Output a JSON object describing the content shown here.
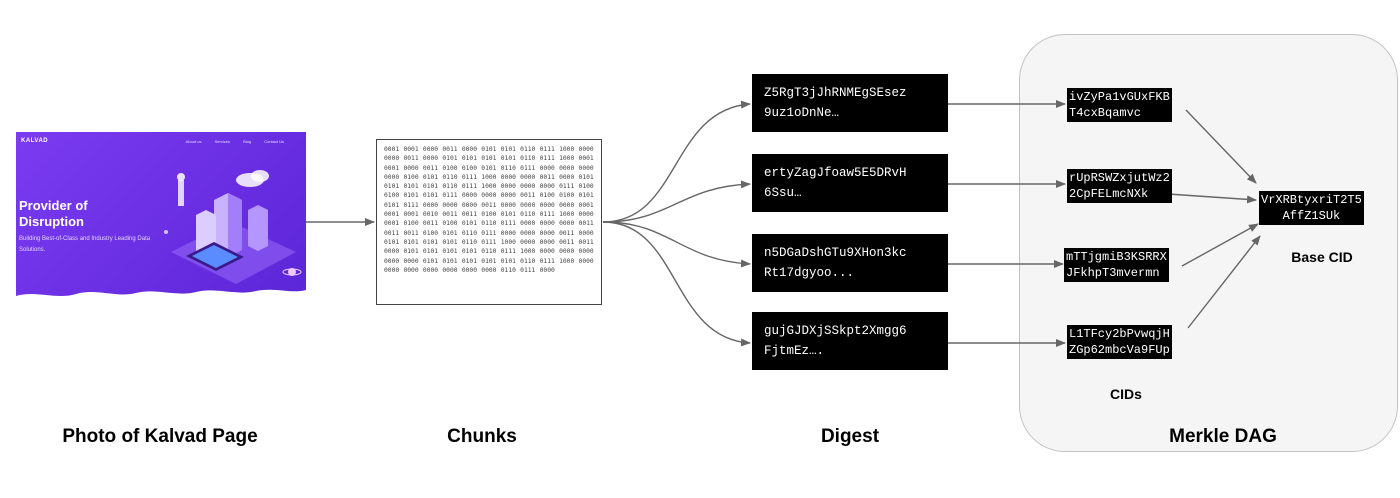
{
  "thumbnail": {
    "brand": "KALVAD",
    "nav": [
      "About us",
      "Services",
      "Blog",
      "Contact Us"
    ],
    "hero_title": "Provider of Disruption",
    "hero_subtitle": "Building Best-of-Class and Industry Leading Data Solutions."
  },
  "chunks": {
    "bits": "0001 0001 0000 0011 0000 0101 0101 0110 0111 1000 0000 0000 0011 0000 0101 0101 0101 0101 0110 0111 1000 0001 0001 0000 0011 0100 0100 0101 0110 0111 0000 0000 0000 0000 0100 0101 0110 0111 1000 0000 0000 0011 0000 0101 0101 0101 0101 0110 0111 1000 0000 0000 0000 0111 0100 0100 0101 0101 0111 0000 0000 0000 0011 0100 0100 0101 0101 0111 0000 0000 0000 0011 0000 0000 0000 0000 0001 0001 0001 0010 0011 0011 0100 0101 0110 0111 1000 0000 0001 0100 0011 0100 0101 0110 0111 0000 0000 0000 0011 0011 0011 0100 0101 0110 0111 0000 0000 0000 0011 0000 0101 0101 0101 0101 0110 0111 1000 0000 0000 0011 0011 0000 0101 0101 0101 0101 0110 0111 1000 0000 0000 0000 0000 0000 0101 0101 0101 0101 0101 0110 0111 1000 0000 0000 0000 0000 0000 0000 0000 0110 0111 0000"
  },
  "digests": [
    {
      "line1": "Z5RgT3jJhRNMEgSEsez",
      "line2": "9uz1oDnNe…"
    },
    {
      "line1": "ertyZagJfoaw5E5DRvH",
      "line2": "6Ssu…"
    },
    {
      "line1": "n5DGaDshGTu9XHon3kc",
      "line2": "Rt17dgyoo..."
    },
    {
      "line1": "gujGJDXjSSkpt2Xmgg6",
      "line2": "FjtmEz…."
    }
  ],
  "cids": [
    {
      "line1": "ivZyPa1vGUxFKB",
      "line2": "T4cxBqamvc"
    },
    {
      "line1": "rUpRSWZxjutWz2",
      "line2": "2CpFELmcNXk"
    },
    {
      "line1": "mTTjgmiB3KSRRX",
      "line2": "JFkhpT3mvermn"
    },
    {
      "line1": "L1TFcy2bPvwqjH",
      "line2": "ZGp62mbcVa9FUp"
    }
  ],
  "base_cid": {
    "line1": "VrXRBtyxriT2T5",
    "line2": "AffZ1SUk",
    "label": "Base CID"
  },
  "cids_label": "CIDs",
  "stage_labels": {
    "photo": "Photo of Kalvad Page",
    "chunks": "Chunks",
    "digest": "Digest",
    "merkle": "Merkle DAG"
  },
  "colors": {
    "thumbnail_purple": "#6a2ee3",
    "arrow": "#666666",
    "dag_background": "#f5f5f5"
  }
}
